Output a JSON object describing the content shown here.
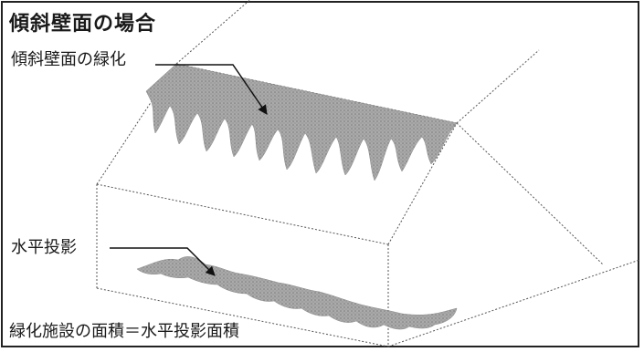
{
  "title": "傾斜壁面の場合",
  "labels": {
    "slope_greening": "傾斜壁面の緑化",
    "horizontal_projection": "水平投影"
  },
  "caption": "緑化施設の面積＝水平投影面積",
  "colors": {
    "frame": "#222222",
    "edge": "#555555",
    "greenery": "#a8a8a8",
    "greenery_texture": "#7d7d7d",
    "text": "#1a1a1a"
  }
}
